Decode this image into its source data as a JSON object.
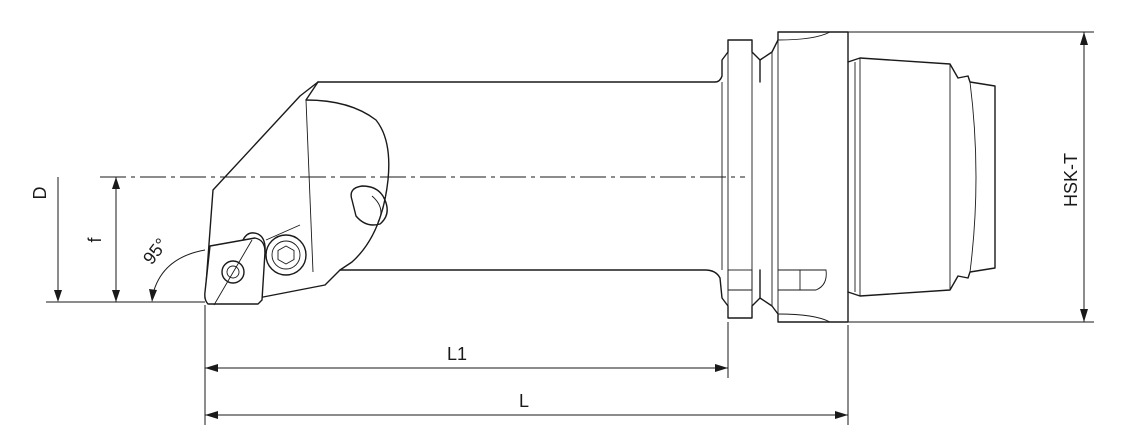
{
  "labels": {
    "D": "D",
    "f": "f",
    "angle": "95°",
    "L1": "L1",
    "L": "L",
    "hsk": "HSK-T"
  }
}
